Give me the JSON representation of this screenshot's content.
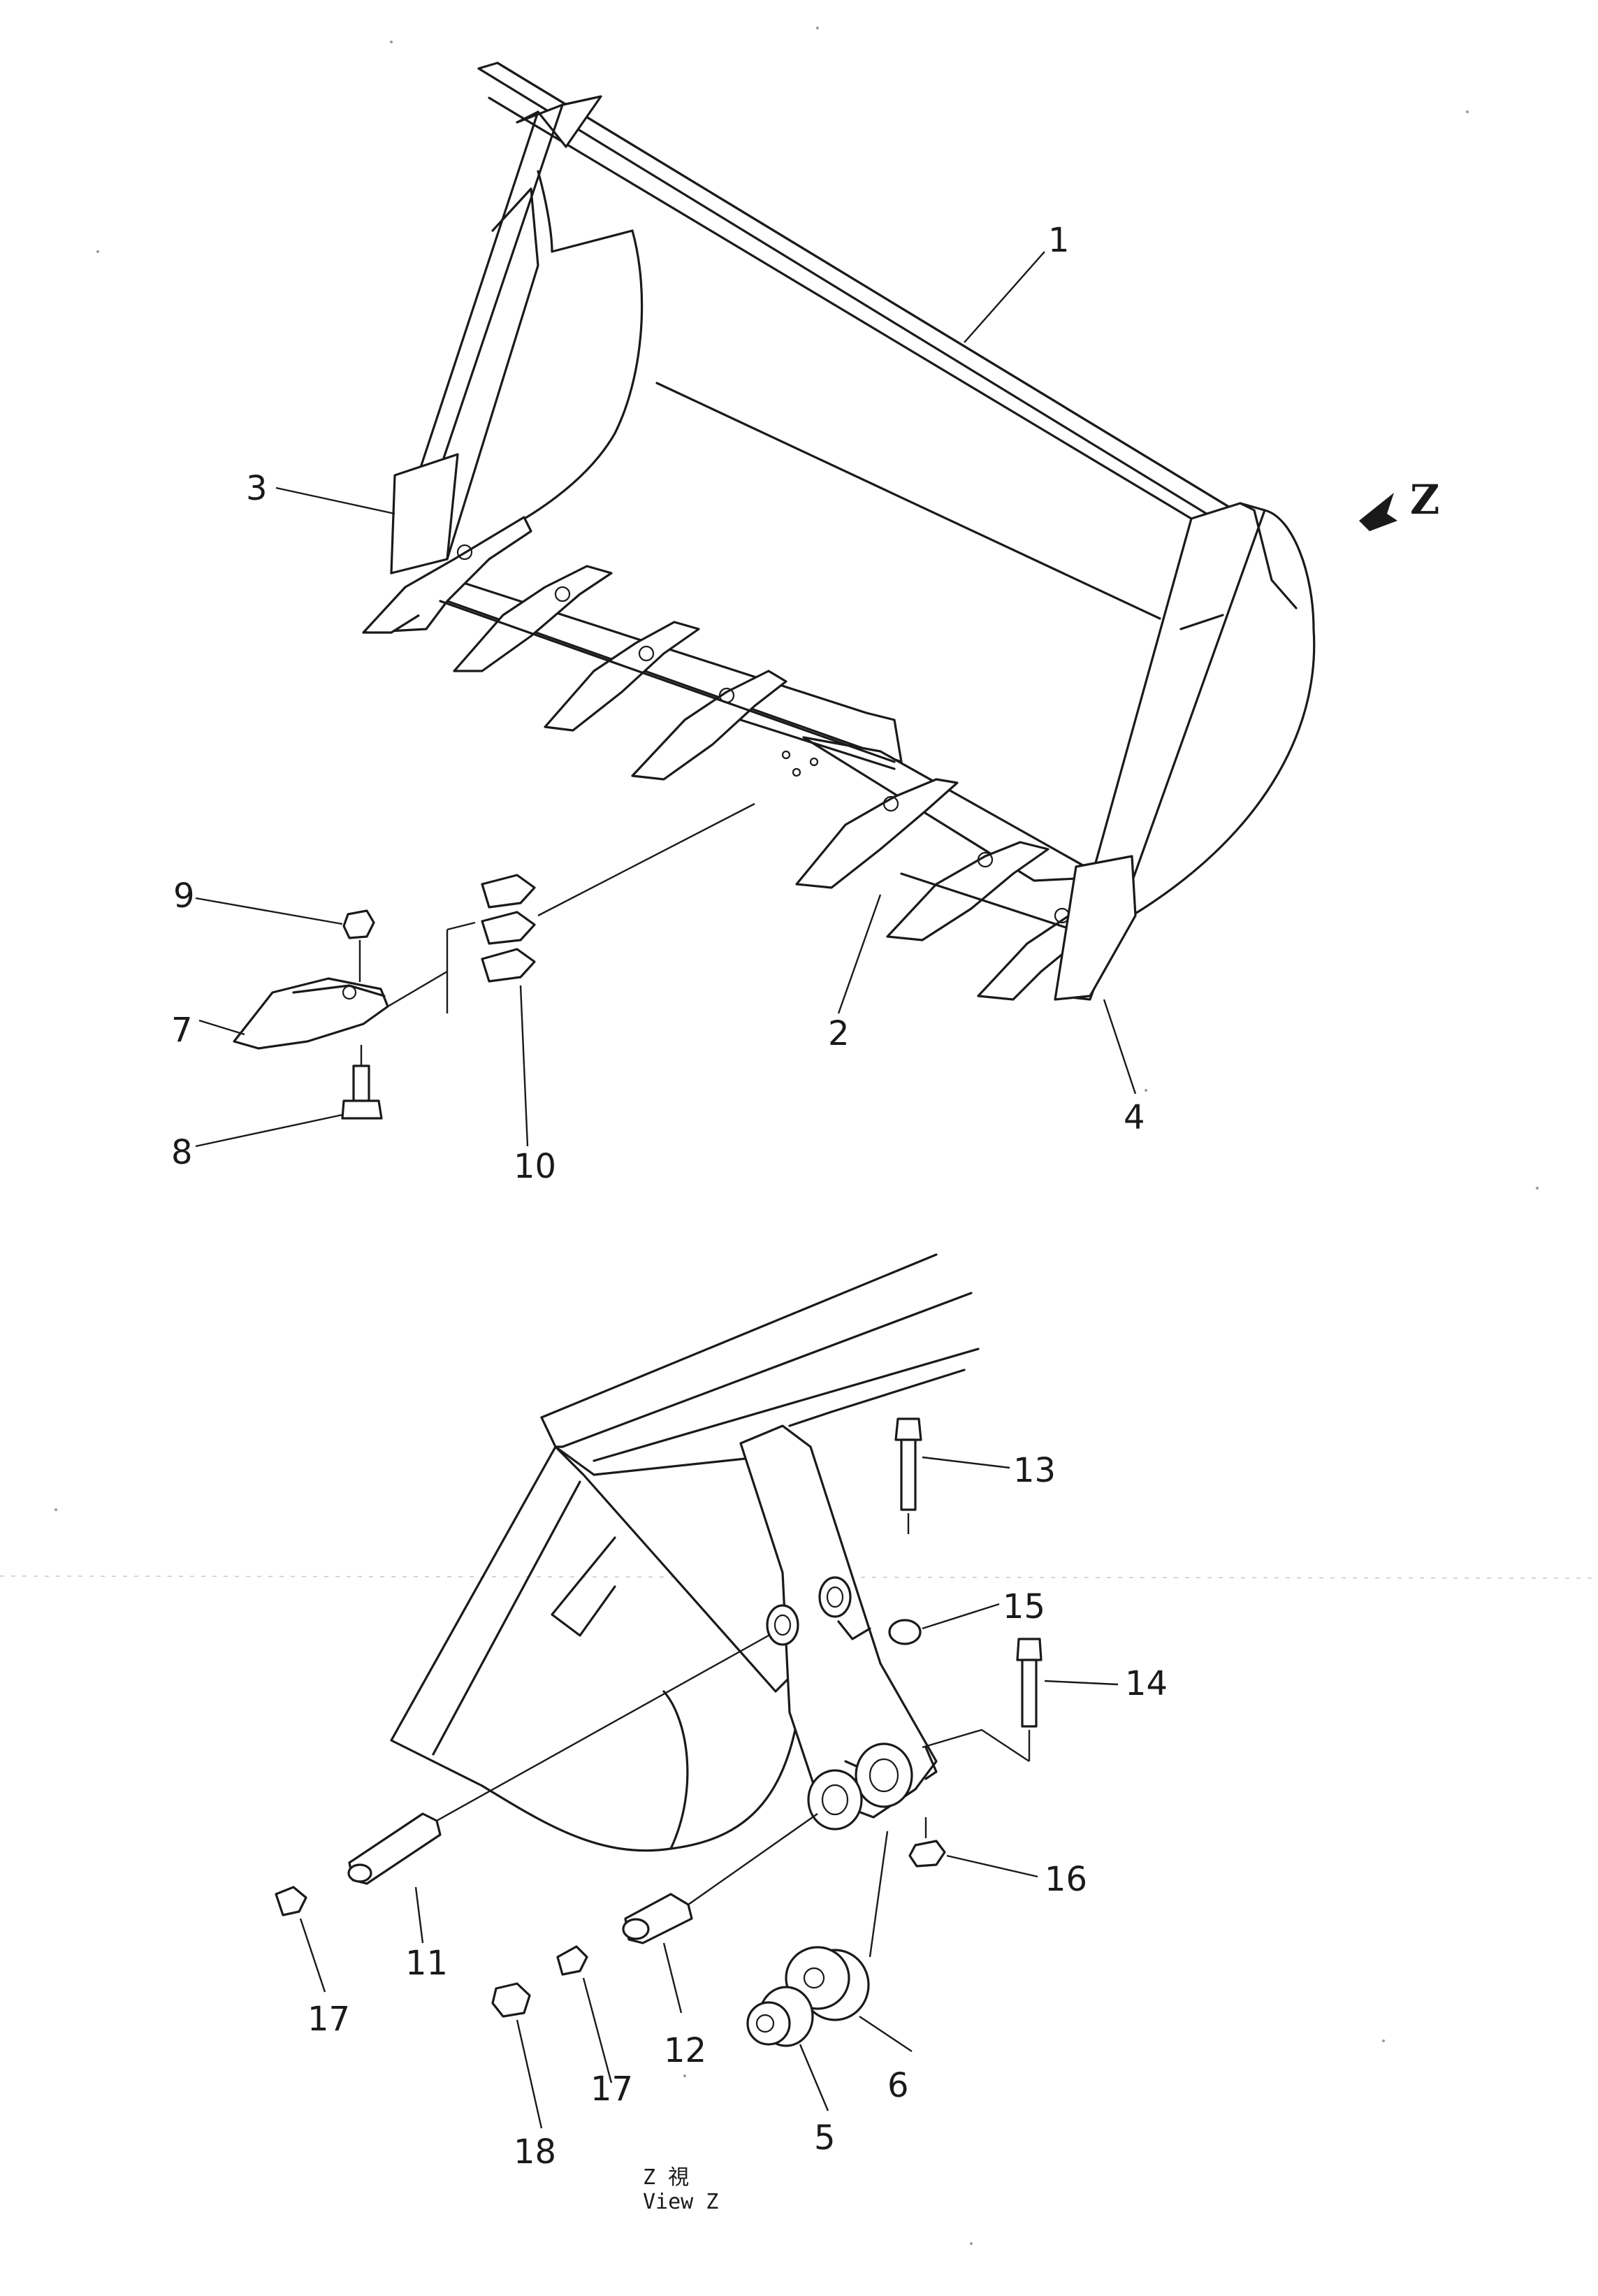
{
  "callouts": {
    "c1": "1",
    "c2": "2",
    "c3": "3",
    "c4": "4",
    "c5": "5",
    "c6": "6",
    "c7": "7",
    "c8": "8",
    "c9": "9",
    "c10": "10",
    "c11": "11",
    "c12": "12",
    "c13": "13",
    "c14": "14",
    "c15": "15",
    "c16": "16",
    "c17a": "17",
    "c17b": "17",
    "c18": "18"
  },
  "view_arrow": {
    "label": "Z"
  },
  "view_caption": {
    "line1": "Z    視",
    "line2": "View  Z"
  }
}
